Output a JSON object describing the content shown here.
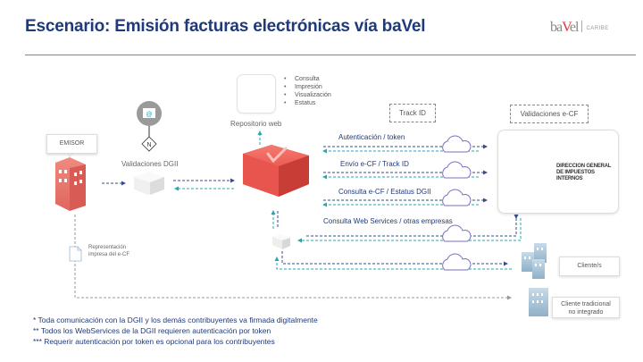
{
  "header": {
    "title": "Escenario: Emisión facturas electrónicas vía baVel",
    "logo": {
      "brand_pre": "ba",
      "brand_accent": "V",
      "brand_post": "el",
      "region": "CARIBE"
    }
  },
  "repository": {
    "label": "Repositorio web",
    "icon": "monitor-icon",
    "features": [
      "Consulta",
      "Impresión",
      "Visualización",
      "Estatus"
    ]
  },
  "emisor": {
    "label": "EMISOR",
    "icon": "building-icon"
  },
  "dgii_validation": {
    "label": "Validaciones DGII",
    "icon": "email-icon",
    "node_letter": "N"
  },
  "bavel": {
    "icon": "checkmark-icon"
  },
  "track_id": {
    "label": "Track ID"
  },
  "ecf_validation": {
    "label": "Validaciones e-CF",
    "org_lines": [
      "DIRECCION GENERAL",
      "DE IMPUESTOS",
      "INTERNOS"
    ]
  },
  "flows": [
    {
      "label": "Autenticación / token"
    },
    {
      "label": "Envío e-CF / Track ID"
    },
    {
      "label": "Consulta e-CF / Estatus DGII"
    },
    {
      "label": "Consulta Web Services / otras empresas"
    }
  ],
  "clients": {
    "label": "Cliente/s"
  },
  "traditional_client": {
    "label_line1": "Cliente tradicional",
    "label_line2": "no integrado"
  },
  "printed": {
    "label_line1": "Representación",
    "label_line2": "impresa del e-CF"
  },
  "colors": {
    "title": "#1f3a7a",
    "accent_line": "#2aa6b6",
    "bavel_red": "#e8554e",
    "dgii_green": "#8cc63f",
    "cloud": "#7b6fc0",
    "arrow_navy": "#3a4a8a",
    "arrow_teal": "#22a7b5"
  },
  "notes": [
    "* Toda comunicación con la DGII y los demás contribuyentes va firmada digitalmente",
    "** Todos los WebServices de la DGII requieren autenticación por token",
    "*** Requerir autenticación por token es opcional para los contribuyentes"
  ]
}
